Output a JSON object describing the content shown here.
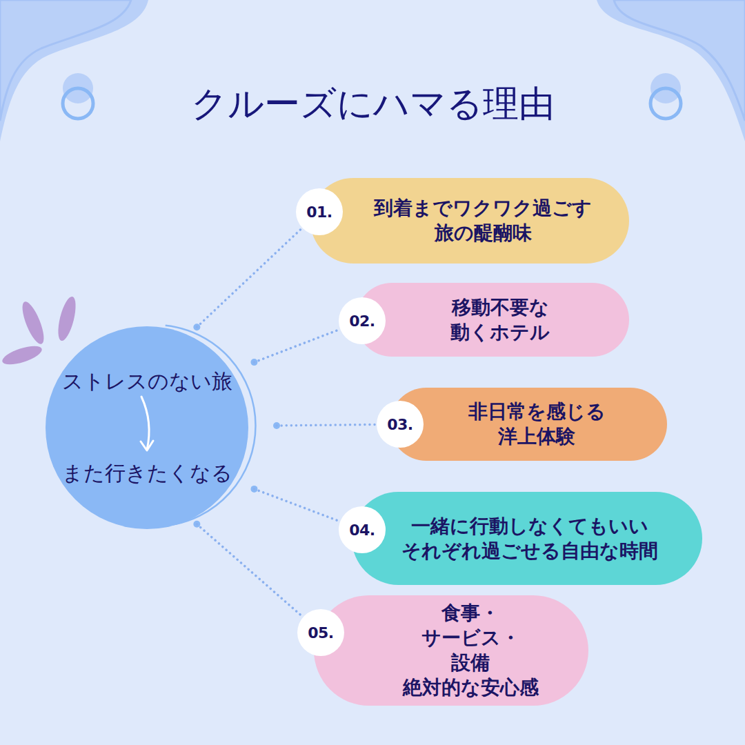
{
  "diagram": {
    "title": "クルーズにハマる理由",
    "nodes": [
      {
        "text": [
          "ストレスのない旅",
          "また行きたくなる"
        ]
      },
      {
        "text": [
          "到着までワクワク過ごす 旅の醍醐味"
        ]
      },
      {
        "text": [
          "01."
        ],
        "in": 1
      },
      {
        "text": [
          "移動不要な 動くホテル"
        ]
      },
      {
        "text": [
          "02."
        ],
        "in": 3
      },
      {
        "text": [
          "非日常を感じる 洋上体験"
        ]
      },
      {
        "text": [
          "03."
        ],
        "in": 5
      },
      {
        "text": [
          "一緒に行動しなくてもいい それぞれ過ごせる自由な時間"
        ]
      },
      {
        "text": [
          "04."
        ],
        "in": 7
      },
      {
        "text": [
          "食事・サービス・設備 絶対的な安心感"
        ]
      },
      {
        "text": [
          "05."
        ],
        "in": 9
      }
    ],
    "edges": [
      {
        "from": 0,
        "to": 2,
        "arrow": "none"
      },
      {
        "from": 0,
        "to": 4,
        "arrow": "none"
      },
      {
        "from": 0,
        "to": 6,
        "arrow": "none"
      },
      {
        "from": 0,
        "to": 8,
        "arrow": "none"
      },
      {
        "from": 0,
        "to": 10,
        "arrow": "none"
      }
    ]
  }
}
